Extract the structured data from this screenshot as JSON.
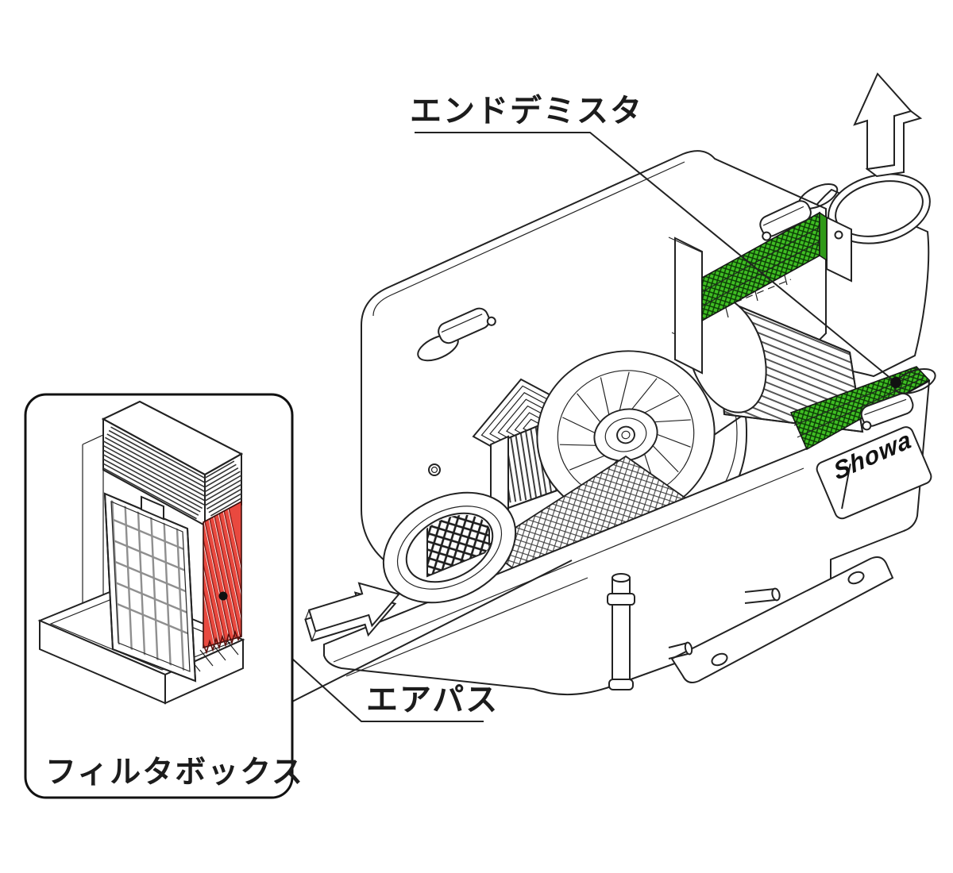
{
  "diagram": {
    "title_context": "mist-collector cutaway illustration",
    "labels": {
      "end_demister": "エンドデミスタ",
      "air_path": "エアパス",
      "filter_box": "フィルタボックス"
    },
    "brand": {
      "logo_text": "Showa"
    },
    "colors": {
      "background": "#ffffff",
      "line": "#222222",
      "demister_green": "#3fbe23",
      "demister_hatch": "#0b3a05",
      "air_path_red": "#e9493f",
      "air_path_red_dark": "#8c1f1a"
    },
    "icons": {
      "outlet_arrow": "up-arrow-icon",
      "inlet_arrow": "right-arrow-icon"
    },
    "callouts": {
      "end_demister_marker": "dot-on-side-demister",
      "air_path_marker": "dot-on-red-pleats"
    }
  }
}
